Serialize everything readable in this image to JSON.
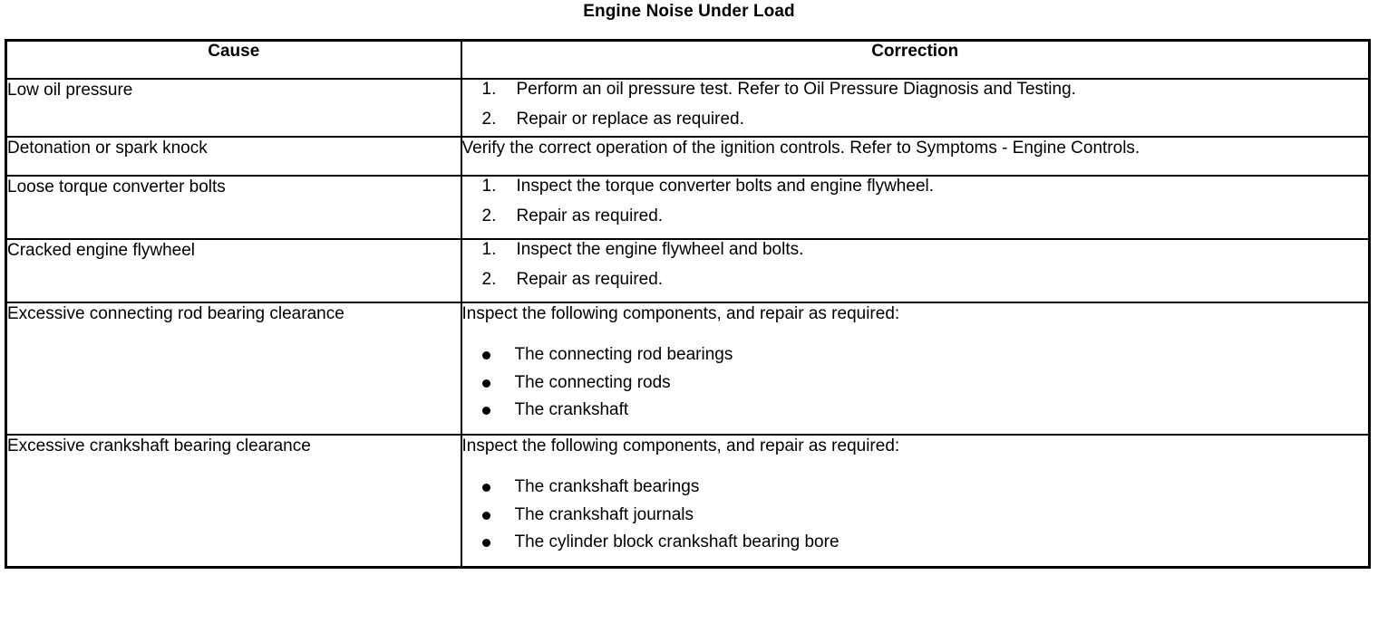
{
  "document": {
    "title": "Engine Noise Under Load"
  },
  "table": {
    "columns": [
      {
        "key": "cause",
        "label": "Cause"
      },
      {
        "key": "correction",
        "label": "Correction"
      }
    ],
    "rows": [
      {
        "cause": "Low oil pressure",
        "correction_type": "numbered",
        "correction_items": [
          {
            "number": "1.",
            "text": "Perform an oil pressure test. Refer to Oil Pressure Diagnosis and Testing."
          },
          {
            "number": "2.",
            "text": "Repair or replace as required."
          }
        ]
      },
      {
        "cause": "Detonation or spark knock",
        "correction_type": "plain",
        "correction_text": "Verify the correct operation of the ignition controls. Refer to Symptoms - Engine Controls."
      },
      {
        "cause": "Loose torque converter bolts",
        "correction_type": "numbered",
        "correction_items": [
          {
            "number": "1.",
            "text": "Inspect the torque converter bolts and engine flywheel."
          },
          {
            "number": "2.",
            "text": "Repair as required."
          }
        ]
      },
      {
        "cause": "Cracked engine flywheel",
        "correction_type": "numbered",
        "correction_items": [
          {
            "number": "1.",
            "text": "Inspect the engine flywheel and bolts."
          },
          {
            "number": "2.",
            "text": "Repair as required."
          }
        ]
      },
      {
        "cause": "Excessive connecting rod bearing clearance",
        "correction_type": "bulleted",
        "correction_intro": "Inspect the following components, and repair as required:",
        "correction_items": [
          {
            "text": "The connecting rod bearings"
          },
          {
            "text": "The connecting rods"
          },
          {
            "text": "The crankshaft"
          }
        ]
      },
      {
        "cause": "Excessive crankshaft bearing clearance",
        "correction_type": "bulleted",
        "correction_intro": "Inspect the following components, and repair as required:",
        "correction_items": [
          {
            "text": "The crankshaft bearings"
          },
          {
            "text": "The crankshaft journals"
          },
          {
            "text": "The cylinder block crankshaft bearing bore"
          }
        ]
      }
    ]
  },
  "style": {
    "border_color": "#000000",
    "text_color": "#000000",
    "background": "#ffffff"
  }
}
